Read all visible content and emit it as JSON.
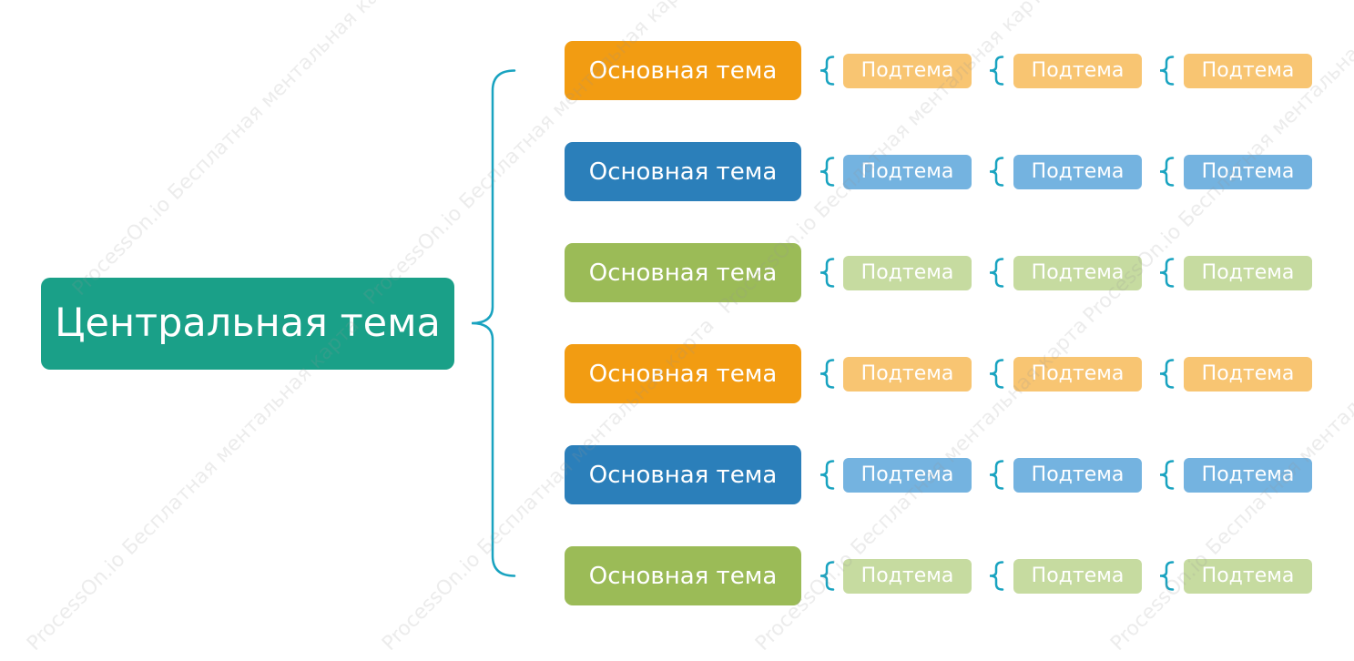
{
  "central": {
    "label": "Центральная тема",
    "color": "#1aa088"
  },
  "connector_color": "#19a3c0",
  "branches": [
    {
      "label": "Основная тема",
      "color": "#f29c12",
      "sub_color": "#f8c572",
      "subtopics": [
        "Подтема",
        "Подтема",
        "Подтема"
      ]
    },
    {
      "label": "Основная тема",
      "color": "#2b7fba",
      "sub_color": "#74b3e0",
      "subtopics": [
        "Подтема",
        "Подтема",
        "Подтема"
      ]
    },
    {
      "label": "Основная тема",
      "color": "#9bbb57",
      "sub_color": "#c6dba0",
      "subtopics": [
        "Подтема",
        "Подтема",
        "Подтема"
      ]
    },
    {
      "label": "Основная тема",
      "color": "#f29c12",
      "sub_color": "#f8c572",
      "subtopics": [
        "Подтема",
        "Подтема",
        "Подтема"
      ]
    },
    {
      "label": "Основная тема",
      "color": "#2b7fba",
      "sub_color": "#74b3e0",
      "subtopics": [
        "Подтема",
        "Подтема",
        "Подтема"
      ]
    },
    {
      "label": "Основная тема",
      "color": "#9bbb57",
      "sub_color": "#c6dba0",
      "subtopics": [
        "Подтема",
        "Подтема",
        "Подтема"
      ]
    }
  ],
  "watermark": "ProcessOn.io Бесплатная ментальная карта"
}
